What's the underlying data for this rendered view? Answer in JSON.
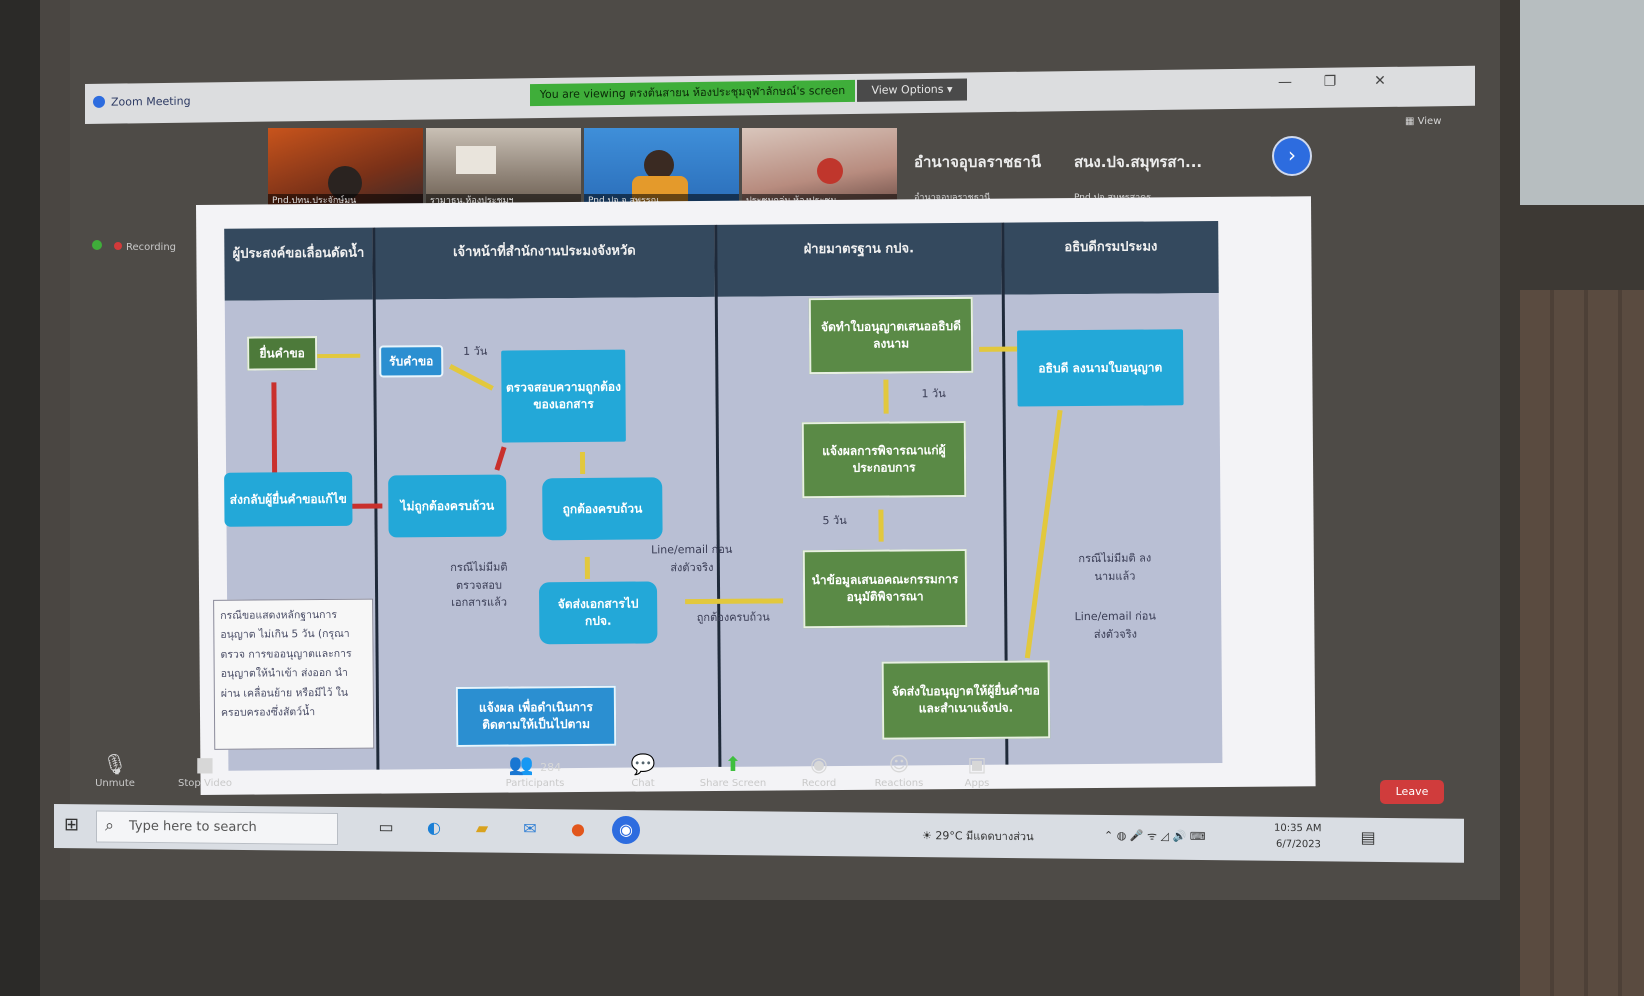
{
  "zoom": {
    "window_title": "Zoom Meeting",
    "share_banner": "You are viewing ตรงต้นสายน  ห้องประชุมจุฬาลักษณ์'s screen",
    "view_options": "View Options",
    "view_button": "View",
    "recording_label": "Recording",
    "window_controls": [
      "—",
      "❐",
      "✕"
    ],
    "next_page_icon": "chevron-right-icon",
    "participants_tiles": [
      {
        "name": "Pnd.ปทน.ประจักษ์มน"
      },
      {
        "name": "รามาธน.ห้องประชุมฯ"
      },
      {
        "name": "Pnd.ปจ.จ.สุพรรณ"
      },
      {
        "name": "ประชุมกลุ่ม.ห้องประชุม"
      }
    ],
    "text_tiles": [
      {
        "big": "อำนาจอุบลราชธานี",
        "name": "อำนาจอุบลราชธานี"
      },
      {
        "big": "สนง.ปจ.สมุทรสา...",
        "name": "Pnd.ปจ.สมุทรสาคร"
      }
    ],
    "toolbar": {
      "unmute": "Unmute",
      "stop_video": "Stop Video",
      "participants": "Participants",
      "participants_count": "284",
      "chat": "Chat",
      "share_screen": "Share Screen",
      "record": "Record",
      "reactions": "Reactions",
      "apps": "Apps",
      "leave": "Leave"
    }
  },
  "slide": {
    "lanes": [
      {
        "title": "ผู้ประสงค์ขอเลื่อนดัดน้ำ"
      },
      {
        "title": "เจ้าหน้าที่สำนักงานประมงจังหวัด"
      },
      {
        "title": "ฝ่ายมาตรฐาน กปจ."
      },
      {
        "title": "อธิบดีกรมประมง"
      }
    ],
    "boxes": {
      "submit": "ยื่นคำขอ",
      "receive": "รับคำขอ",
      "check_docs": "ตรวจสอบความถูกต้องของเอกสาร",
      "incorrect": "ไม่ถูกต้องครบถ้วน",
      "correct": "ถูกต้องครบถ้วน",
      "return_applicant": "ส่งกลับผู้ยื่นคำขอแก้ไข",
      "send_docs": "จัดส่งเอกสารไป กปจ.",
      "notify_followup": "แจ้งผล เพื่อดำเนินการติดตามให้เป็นไปตาม",
      "prepare_license": "จัดทำใบอนุญาตเสนออธิบดี ลงนาม",
      "notify_result": "แจ้งผลการพิจารณาแก่ผู้ประกอบการ",
      "submit_committee": "นำข้อมูลเสนอคณะกรรมการอนุมัติพิจารณา",
      "director_sign": "อธิบดี ลงนามใบอนุญาต",
      "send_license": "จัดส่งใบอนุญาตให้ผู้ยื่นคำขอและสำเนาแจ้งปจ."
    },
    "notes": {
      "one_day": "1 วัน",
      "one_day_b": "1 วัน",
      "five_days": "5 วัน",
      "line_email": "Line/email ก่อนส่งตัวจริง",
      "correct_complete": "ถูกต้องครบถ้วน",
      "case_check": "กรณีไม่มีมติ ตรวจสอบเอกสารแล้ว",
      "case_sign": "กรณีไม่มีมติ ลงนามแล้ว",
      "line_email_b": "Line/email ก่อนส่งตัวจริง",
      "footnote": "กรณีขอแสดงหลักฐานการอนุญาต ไม่เกิน 5 วัน (กรุณาตรวจ การขออนุญาตและการ อนุญาตให้นำเข้า ส่งออก นำผ่าน เคลื่อนย้าย หรือมีไว้ ในครอบครองซึ่งสัตว์น้ำ"
    }
  },
  "taskbar": {
    "search_placeholder": "Type here to search",
    "weather": "29°C มีแดดบางส่วน",
    "time": "10:35 AM",
    "date": "6/7/2023"
  }
}
